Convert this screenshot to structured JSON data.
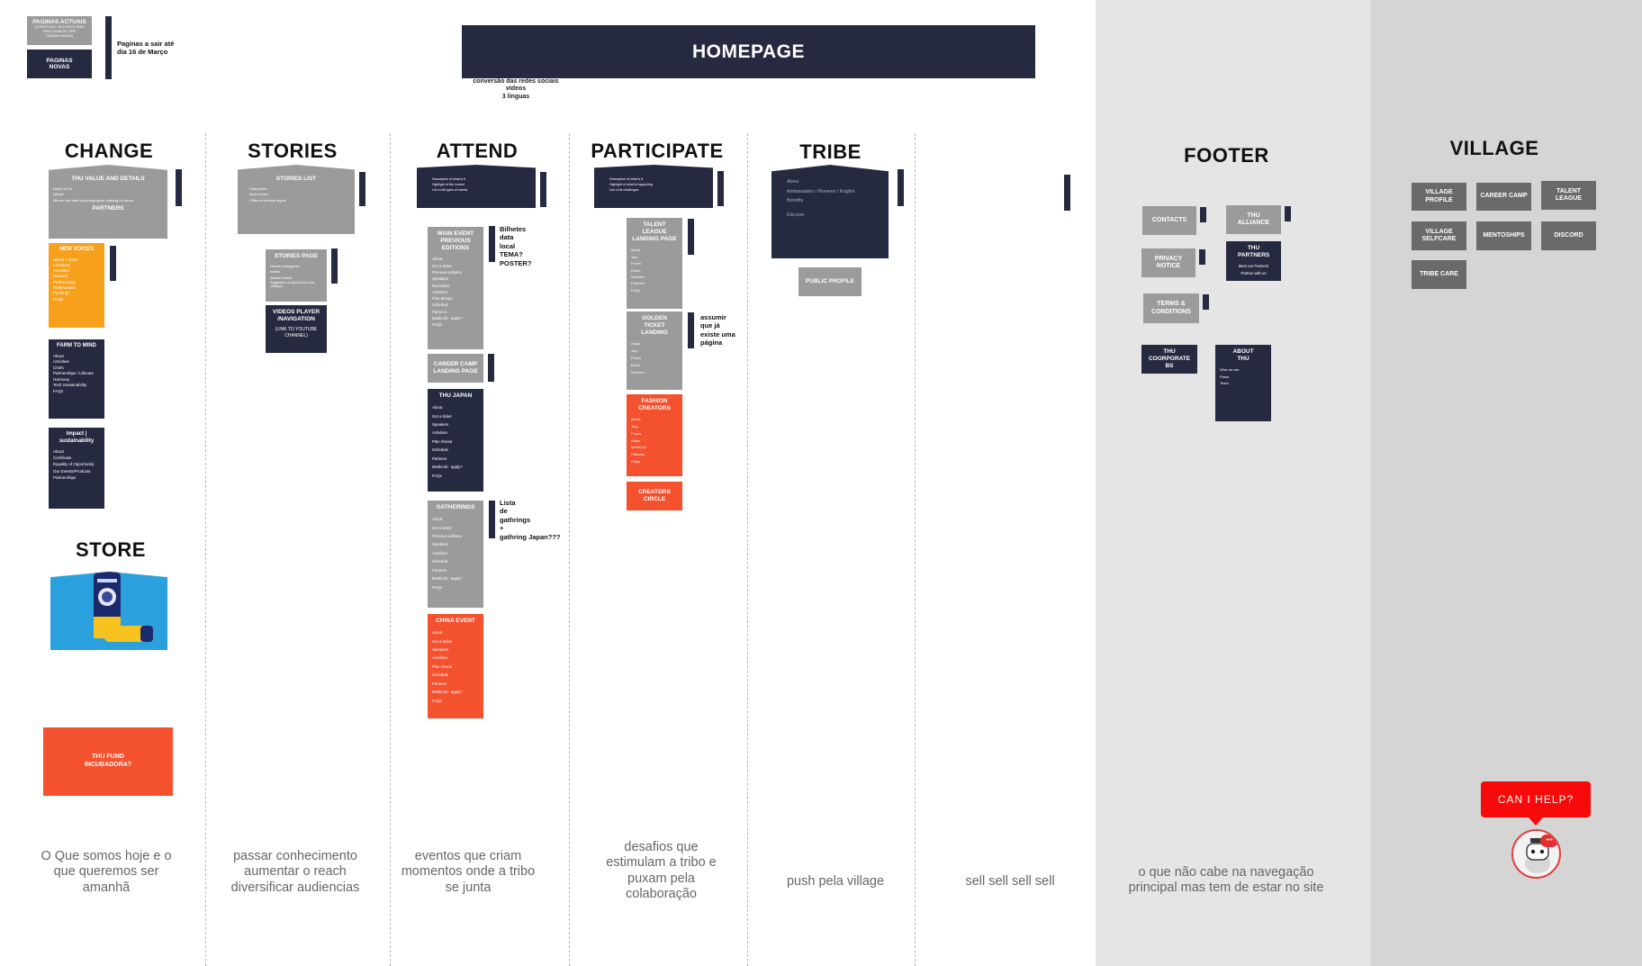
{
  "legend": {
    "current_label": "PAGINAS ACTUAIS",
    "current_sub": "(CONTEÚDO JÁ EXISTE MAS PRECISAM DE SER TRABALHADAS)",
    "new_label": "PAGINAS NOVAS",
    "deadline": "Paginas a sair até dia 16 de Março"
  },
  "homepage": {
    "title": "HOMEPAGE",
    "note_lines": [
      "conversão das redes sociais",
      "videos",
      "3 línguas"
    ]
  },
  "sections": {
    "change": "CHANGE",
    "stories": "STORIES",
    "attend": "ATTEND",
    "participate": "PARTICIPATE",
    "tribe": "TRIBE",
    "footer": "FOOTER",
    "village": "VILLAGE",
    "store": "STORE"
  },
  "change": {
    "main": {
      "title": "THU VALUE AND DETAILS",
      "items": [
        "Board of Dir",
        "Whoai",
        "We are the tribe of photographer walking for future"
      ],
      "footer": "PARTNERS"
    },
    "new_voices": {
      "title": "NEW VOICES",
      "items": [
        "About + video",
        "Locations",
        "Activities",
        "Mentors",
        "Partnerships",
        "Testimonials",
        "Funding?",
        "FAQs"
      ]
    },
    "farm": {
      "title": "FARM TO MIND",
      "items": [
        "About",
        "Activities",
        "Chefs",
        "Partnerships / Lifecare Harmony",
        "Tech Sustainability",
        "FAQs"
      ]
    },
    "impact": {
      "title": "Impact | sustainability",
      "items": [
        "About",
        "Certificate",
        "Equality of Opportunity",
        "Our Events/Products",
        "Partnerships"
      ]
    },
    "fund": "THU FUND INCUBADORA?"
  },
  "stories": {
    "list": {
      "title": "STORIES LIST",
      "items": [
        "Categories",
        "Most recent",
        "Different content styles"
      ]
    },
    "page": {
      "title": "STORIES PAGE",
      "items": [
        "Header categories",
        "Artists",
        "Article format",
        "Suggestion of articles from this category"
      ]
    },
    "video": {
      "title": "VIDEOS PLAYER /NAVIGATION",
      "items": [
        "(LINK TO YOUTUBE CHANNEL)"
      ]
    }
  },
  "attend": {
    "main": {
      "items": [
        "Description of what is it",
        "Highlight of the current",
        "List of all types of events"
      ]
    },
    "main_event": {
      "title": "MAIN EVENT PREVIOUS EDITIONS",
      "items": [
        "About",
        "Get a ticket",
        "Previous editions",
        "Speakers",
        "Recruiters",
        "Activities",
        "Plan ahead",
        "Schedule",
        "Partners",
        "Media kit - apply?",
        "FAQs"
      ]
    },
    "main_event_note": [
      "Bilhetes",
      "data",
      "local",
      "TEMA?",
      "POSTER?"
    ],
    "career_camp": "CAREER CAMP LANDING PAGE",
    "japan": {
      "title": "THU JAPAN",
      "items": [
        "About",
        "Get a ticket",
        "Speakers",
        "Activities",
        "Plan Ahead",
        "Schedule",
        "Partners",
        "Media kit - apply?",
        "FAQs"
      ]
    },
    "gatherings": {
      "title": "GATHERINGS",
      "items": [
        "About",
        "Get a ticket",
        "Previous editions",
        "Speakers",
        "Activities",
        "Schedule",
        "Partners",
        "Media kit - apply?",
        "FAQs"
      ]
    },
    "gatherings_note": [
      "Lista",
      "de",
      "gathrings",
      "+",
      "gathring Japan???"
    ],
    "china": {
      "title": "CHINA EVENT",
      "items": [
        "About",
        "Get a ticket",
        "Speakers",
        "Activities",
        "Plan Ahead",
        "Schedule",
        "Partners",
        "Media kit - apply?",
        "FAQs"
      ]
    }
  },
  "participate": {
    "main": {
      "items": [
        "Description of what is it",
        "Highlight of what is happening",
        "List of all challenges"
      ]
    },
    "talent": {
      "title": "TALENT LEAGUE LANDING PAGE",
      "items": [
        "About",
        "Jury",
        "Prizes",
        "Rules",
        "Winners",
        "Partners",
        "FAQs"
      ]
    },
    "golden": {
      "title": "GOLDEN TICKET LANDING",
      "items": [
        "About",
        "Jury",
        "Prizes",
        "Rules",
        "Winners"
      ]
    },
    "golden_note": [
      "assumir",
      "que já",
      "existe uma",
      "página"
    ],
    "fashion": {
      "title": "FASHION CREATORS",
      "items": [
        "About",
        "Jury",
        "Prizes",
        "Rules",
        "Media Kit",
        "Partners",
        "FAQs"
      ]
    },
    "creators": "CREATORS CIRCLE"
  },
  "tribe": {
    "main": {
      "items": [
        "About",
        "Ambassadors / Pioneers / Knights",
        "Benefits",
        "Discover"
      ]
    },
    "profile": "PUBLIC PROFILE"
  },
  "footer": {
    "contacts": "CONTACTS",
    "alliance": "THU ALLIANCE",
    "privacy": "PRIVACY NOTICE",
    "partners": {
      "title": "THU PARTNERS",
      "items": [
        "Meet our Partners",
        "Partner with us"
      ]
    },
    "terms": "TERMS & CONDITIONS",
    "corporate": "THU COORPORATE BS",
    "about": {
      "title": "ABOUT THU",
      "items": [
        "Who we are",
        "Press",
        "Team"
      ]
    }
  },
  "village": {
    "buttons": [
      "VILLAGE PROFILE",
      "CAREER CAMP",
      "TALENT LEAGUE",
      "VILLAGE SELFCARE",
      "MENTOSHIPS",
      "DISCORD",
      "TRIBE CARE"
    ]
  },
  "descriptions": {
    "change": "O Que somos hoje e o que queremos ser amanhã",
    "stories": "passar conhecimento aumentar o reach diversificar audiencias",
    "attend": "eventos que criam momentos onde a tribo se junta",
    "participate": "desafios que estimulam a tribo e puxam pela colaboração",
    "tribe": "push pela village",
    "store": "sell sell sell sell",
    "footer": "o que não cabe na navegação principal mas tem de estar no site"
  },
  "help": {
    "label": "CAN I HELP?",
    "dots": "•••"
  },
  "colors": {
    "navy": "#262a40",
    "gray": "#9b9b9b",
    "orange": "#f7a01c",
    "red": "#f4512f",
    "help_red": "#f70a0a"
  }
}
